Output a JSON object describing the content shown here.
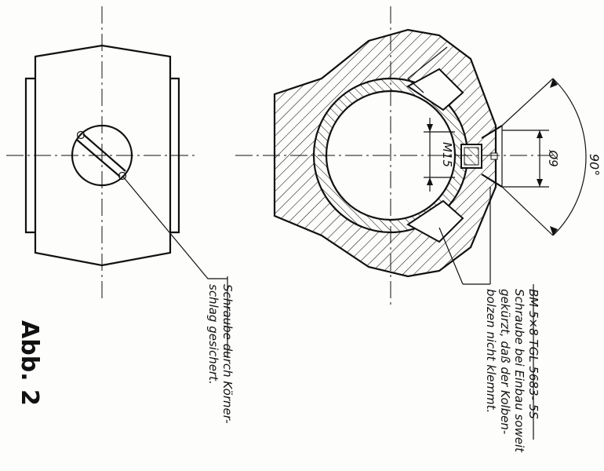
{
  "figure_label": "Abb. 2",
  "dimensions": {
    "thread": "M15",
    "diameter": "Ø9",
    "angle": "90°"
  },
  "notes": {
    "left": [
      "Schraube durch Körner-",
      "schlag gesichert."
    ],
    "right": [
      "BM 5×8 TGL 5683- 5S",
      "Schraube bei Einbau soweit",
      "gekürzt, daß der Kolben-",
      "bolzen nicht klemmt."
    ]
  }
}
